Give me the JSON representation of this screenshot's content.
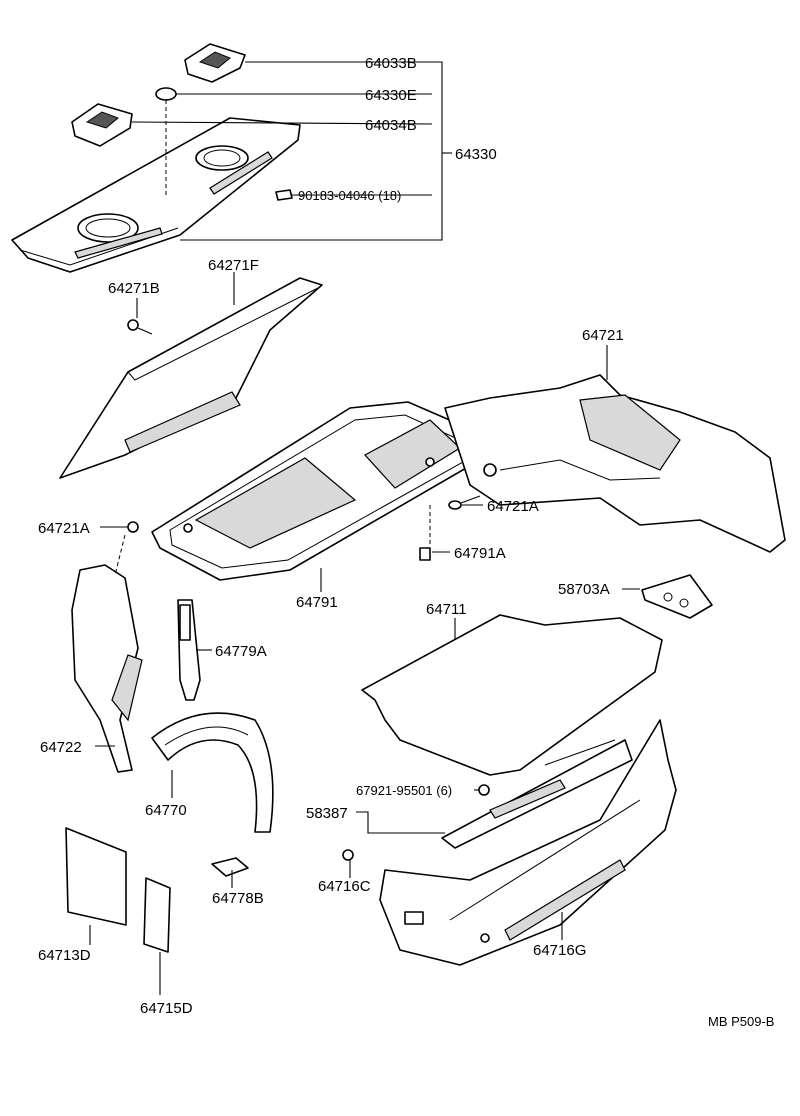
{
  "labels": {
    "l_64033B": "64033B",
    "l_64330E": "64330E",
    "l_64034B": "64034B",
    "l_64330": "64330",
    "l_90183": "90183-04046 (18)",
    "l_64271F": "64271F",
    "l_64271B": "64271B",
    "l_64721": "64721",
    "l_64721A_r": "64721A",
    "l_64791A": "64791A",
    "l_64721A_l": "64721A",
    "l_64791": "64791",
    "l_58703A": "58703A",
    "l_64711": "64711",
    "l_64779A": "64779A",
    "l_64722": "64722",
    "l_64770": "64770",
    "l_67921": "67921-95501 (6)",
    "l_58387": "58387",
    "l_64716C": "64716C",
    "l_64778B": "64778B",
    "l_64713D": "64713D",
    "l_64715D": "64715D",
    "l_64716G": "64716G"
  },
  "footer": {
    "ref": "MB  P509-B"
  }
}
